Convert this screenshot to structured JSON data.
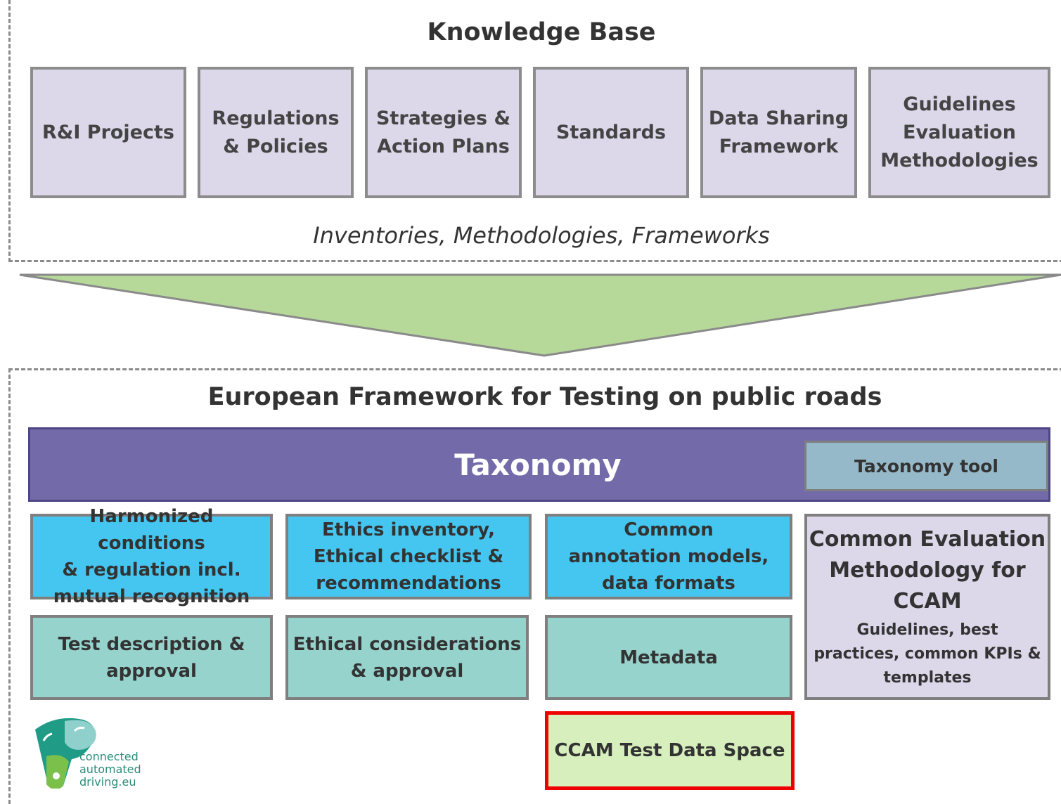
{
  "knowledge_base": {
    "title": "Knowledge Base",
    "items": [
      "R&I Projects",
      "Regulations\n& Policies",
      "Strategies &\nAction Plans",
      "Standards",
      "Data Sharing\nFramework",
      "Guidelines\nEvaluation\nMethodologies"
    ],
    "subtitle": "Inventories, Methodologies, Frameworks"
  },
  "framework": {
    "title": "European Framework for Testing on public roads",
    "taxonomy": {
      "label": "Taxonomy",
      "tool": "Taxonomy tool"
    },
    "row1": [
      "Harmonized conditions\n& regulation incl.\nmutual recognition",
      "Ethics inventory,\nEthical checklist &\nrecommendations",
      "Common\nannotation models,\ndata formats"
    ],
    "row2": [
      "Test description &\napproval",
      "Ethical considerations\n& approval",
      "Metadata"
    ],
    "evaluation": {
      "title": "Common Evaluation\nMethodology for\nCCAM",
      "subtitle": "Guidelines, best\npractices, common KPIs &\ntemplates"
    },
    "data_space": "CCAM Test Data Space"
  },
  "logo": {
    "text": "connected\nautomated\ndriving.eu"
  },
  "colors": {
    "taxonomy_bar": "#736aaa",
    "taxonomy_tool": "#96b9c9",
    "arrow": "#b6d99a",
    "blue_cells": "#45c6f0",
    "teal_cells": "#96d3cd",
    "lavender": "#dcd8ea",
    "highlight_border": "#ee0000",
    "data_space": "#d6efbd"
  }
}
